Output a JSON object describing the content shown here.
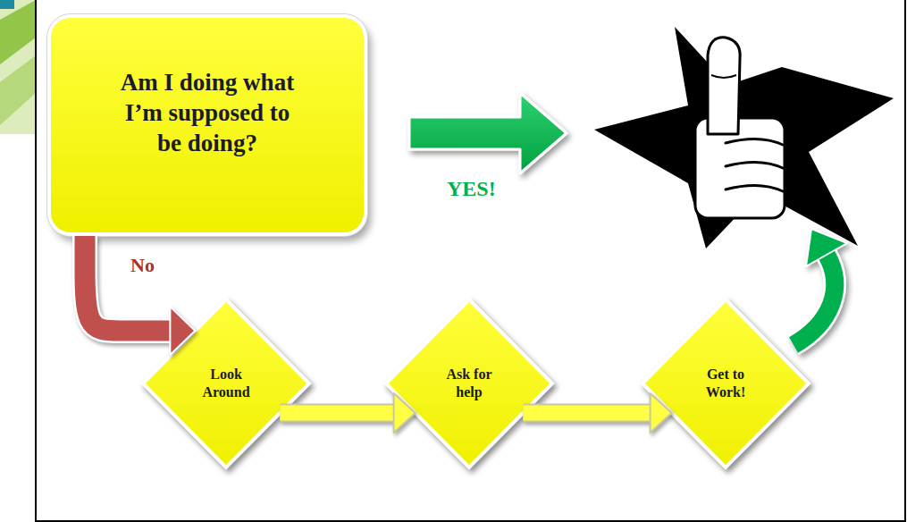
{
  "diagram": {
    "nodes": [
      {
        "text": [
          "Am I doing what I’m supposed to be doing?"
        ]
      },
      {
        "text": [
          "Look Around"
        ]
      },
      {
        "text": [
          "Ask for help"
        ]
      },
      {
        "text": [
          "Get to Work!"
        ]
      }
    ],
    "edges": [
      {
        "from": 0,
        "to": 1,
        "arrow": "to",
        "label": "No"
      },
      {
        "from": 1,
        "to": 2,
        "arrow": "to"
      },
      {
        "from": 2,
        "to": 3,
        "arrow": "to"
      }
    ],
    "labels": [
      "YES!"
    ]
  }
}
